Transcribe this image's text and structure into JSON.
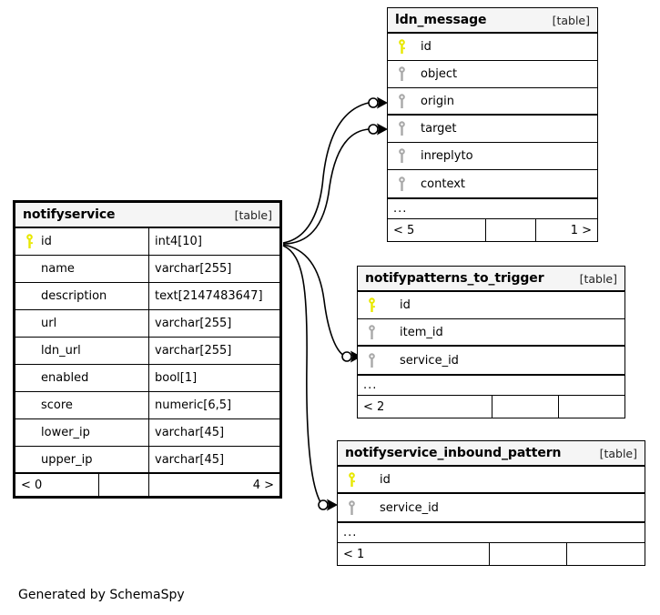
{
  "diagram": {
    "generator_credit": "Generated by SchemaSpy",
    "table_tag": "[table]",
    "ellipsis": "...",
    "colors": {
      "primary_key": "#e8e800",
      "foreign_key": "#a9a9a9",
      "header_bg": "#f5f5f5",
      "border": "#000000",
      "background": "#ffffff"
    }
  },
  "tables": {
    "notifyservice": {
      "name": "notifyservice",
      "tag": "[table]",
      "columns": [
        {
          "key": "primary-key",
          "name": "id",
          "type": "int4[10]"
        },
        {
          "key": "none",
          "name": "name",
          "type": "varchar[255]"
        },
        {
          "key": "none",
          "name": "description",
          "type": "text[2147483647]"
        },
        {
          "key": "none",
          "name": "url",
          "type": "varchar[255]"
        },
        {
          "key": "none",
          "name": "ldn_url",
          "type": "varchar[255]"
        },
        {
          "key": "none",
          "name": "enabled",
          "type": "bool[1]"
        },
        {
          "key": "none",
          "name": "score",
          "type": "numeric[6,5]"
        },
        {
          "key": "none",
          "name": "lower_ip",
          "type": "varchar[45]"
        },
        {
          "key": "none",
          "name": "upper_ip",
          "type": "varchar[45]"
        }
      ],
      "footer": {
        "left": "< 0",
        "middle": "",
        "right": "4 >"
      }
    },
    "ldn_message": {
      "name": "ldn_message",
      "tag": "[table]",
      "columns": [
        {
          "key": "primary-key",
          "name": "id"
        },
        {
          "key": "foreign-key",
          "name": "object"
        },
        {
          "key": "foreign-key",
          "name": "origin"
        },
        {
          "key": "foreign-key",
          "name": "target"
        },
        {
          "key": "foreign-key",
          "name": "inreplyto"
        },
        {
          "key": "foreign-key",
          "name": "context"
        }
      ],
      "ellipsis": "...",
      "footer": {
        "left": "< 5",
        "middle": "",
        "right": "1 >"
      }
    },
    "notifypatterns_to_trigger": {
      "name": "notifypatterns_to_trigger",
      "tag": "[table]",
      "columns": [
        {
          "key": "primary-key",
          "name": "id"
        },
        {
          "key": "foreign-key",
          "name": "item_id"
        },
        {
          "key": "foreign-key",
          "name": "service_id"
        }
      ],
      "ellipsis": "...",
      "footer": {
        "left": "< 2",
        "middle": "",
        "right": ""
      }
    },
    "notifyservice_inbound_pattern": {
      "name": "notifyservice_inbound_pattern",
      "tag": "[table]",
      "columns": [
        {
          "key": "primary-key",
          "name": "id"
        },
        {
          "key": "foreign-key",
          "name": "service_id"
        }
      ],
      "ellipsis": "...",
      "footer": {
        "left": "< 1",
        "middle": "",
        "right": ""
      }
    }
  },
  "relationships": [
    {
      "from": "notifyservice.id",
      "to": "ldn_message.origin"
    },
    {
      "from": "notifyservice.id",
      "to": "ldn_message.target"
    },
    {
      "from": "notifyservice.id",
      "to": "notifypatterns_to_trigger.service_id"
    },
    {
      "from": "notifyservice.id",
      "to": "notifyservice_inbound_pattern.service_id"
    }
  ]
}
